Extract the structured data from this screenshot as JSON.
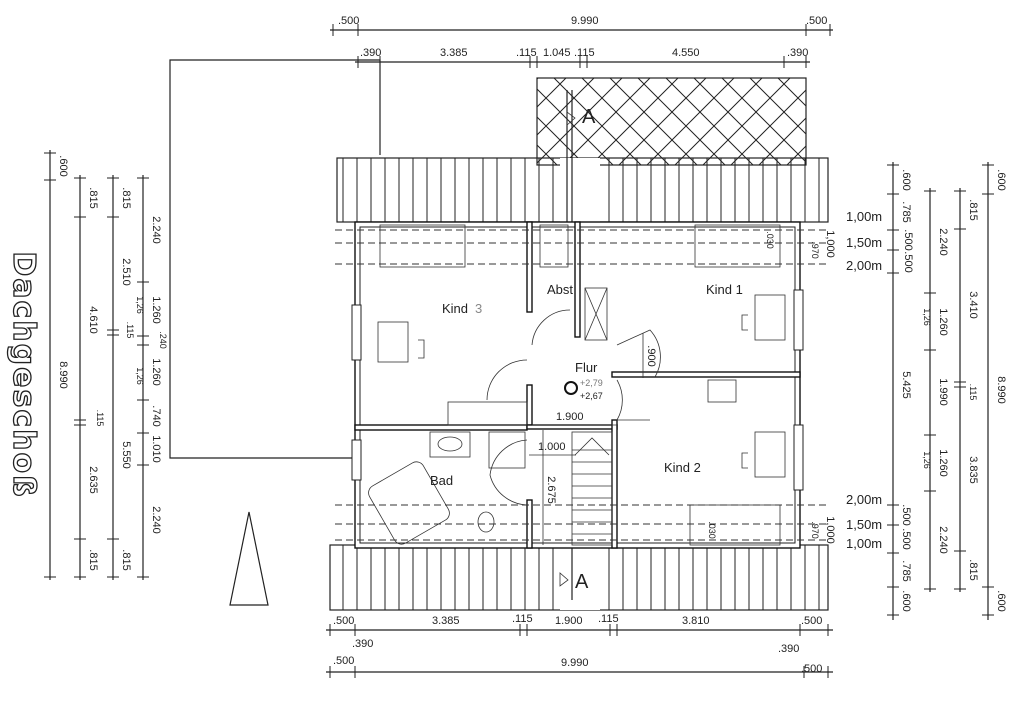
{
  "title": "Dachgeschoß",
  "rooms": {
    "kind3": "Kind",
    "kind3_num": "3",
    "abst": "Abst",
    "kind1": "Kind 1",
    "flur": "Flur",
    "kind2": "Kind 2",
    "bad": "Bad"
  },
  "levels": {
    "top": "+2,79",
    "bottom": "+2,67"
  },
  "section_mark": "A",
  "heights": [
    "1,00m",
    "1,50m",
    "2,00m"
  ],
  "dims": {
    "top_outer": [
      ".500",
      "9.990",
      ".500"
    ],
    "top_inner": [
      ".390",
      "3.385",
      ".115",
      "1.045",
      ".115",
      "4.550",
      ".390"
    ],
    "bottom_inner": [
      ".500",
      "3.385",
      ".115",
      "1.900",
      ".115",
      "3.810",
      ".500"
    ],
    "bottom_390": [
      ".390",
      ".390"
    ],
    "bottom_outer": [
      ".500",
      "9.990",
      ".500"
    ],
    "left_a": [
      ".600",
      "8.990"
    ],
    "left_b": [
      ".815",
      "4.610",
      ".115",
      "2.635",
      ".815"
    ],
    "left_c": [
      ".815",
      "2.510",
      "1,26",
      ".115",
      "1,26",
      "5.550",
      ".815"
    ],
    "left_d": [
      "2.240",
      "1.260",
      ".240",
      "1.260",
      ".740",
      "1.010",
      "2.240"
    ],
    "right_a": [
      ".600",
      ".785",
      ".500",
      ".500",
      "5.425",
      ".500",
      ".500",
      ".785",
      ".600"
    ],
    "right_b": [
      "2.240",
      "1,26",
      "1.260",
      "1.990",
      "1,26",
      "1.260",
      "2.240"
    ],
    "right_c": [
      ".815",
      "3.410",
      ".115",
      "3.835",
      ".815"
    ],
    "right_d": [
      ".600",
      "8.990",
      ".600"
    ],
    "interior": {
      "flur_width": "1.900",
      "door": ".900",
      "landing": "1.000",
      "stair": "2.675",
      "sill_top": "1,000",
      "sill_top2": ".970",
      "sill_top3": ".030",
      "sill_bot": "1,000",
      "sill_bot2": ".970",
      "sill_bot3": ".030"
    }
  }
}
